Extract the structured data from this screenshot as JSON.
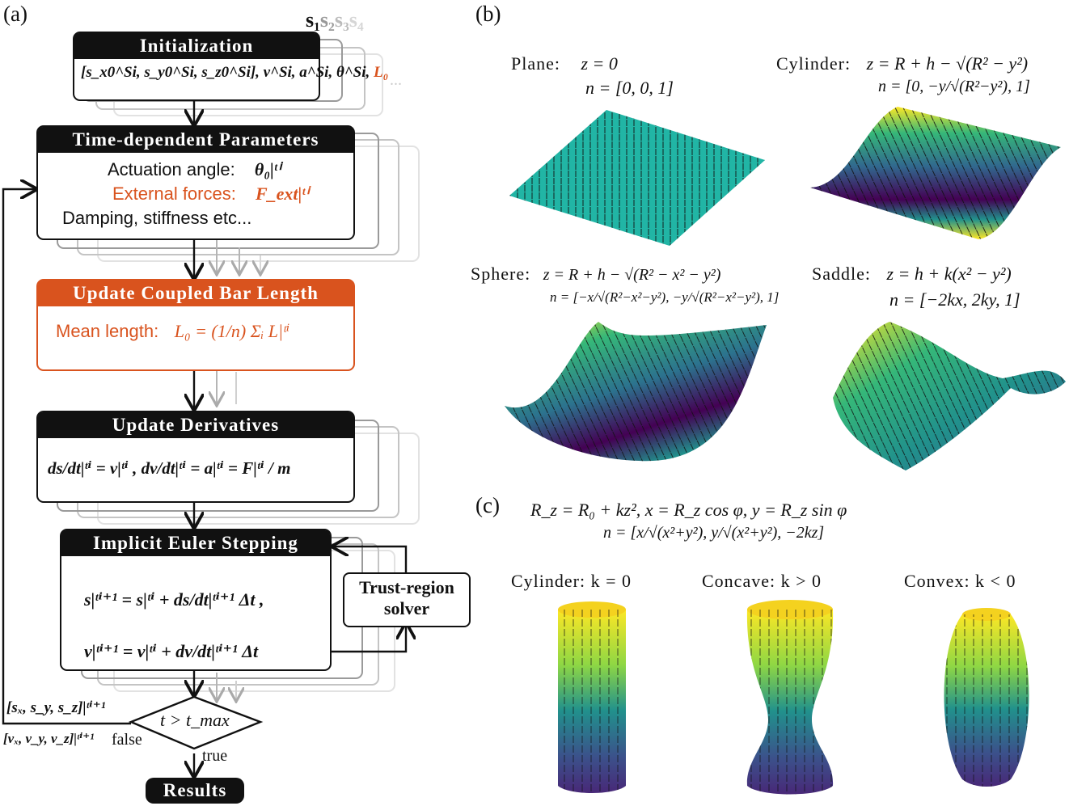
{
  "panel_labels": {
    "a": "(a)",
    "b": "(b)",
    "c": "(c)"
  },
  "flowchart": {
    "segments": [
      "s₁",
      "s₂",
      "s₃",
      "s₄"
    ],
    "ellipsis": "...",
    "init": {
      "title": "Initialization",
      "formula": "[s_x0^Si, s_y0^Si, s_z0^Si], v^Si, a^Si, θ^Si,",
      "formula_orange": "L₀"
    },
    "timedep": {
      "title": "Time-dependent Parameters",
      "line1_label": "Actuation angle:",
      "line1_math": "θ₀|ᵗⁱ",
      "line2_label": "External forces:",
      "line2_math": "F_ext|ᵗⁱ",
      "line3": "Damping, stiffness etc..."
    },
    "coupled": {
      "title": "Update Coupled Bar Length",
      "label": "Mean length:",
      "math": "L₀ = (1/n) Σᵢ L|ᵗⁱ"
    },
    "derivs": {
      "title": "Update Derivatives",
      "math": "ds/dt|ᵗⁱ = v|ᵗⁱ ,  dv/dt|ᵗⁱ = a|ᵗⁱ = F|ᵗⁱ / m"
    },
    "euler": {
      "title": "Implicit Euler Stepping",
      "line1": "s|ᵗⁱ⁺¹ = s|ᵗⁱ + ds/dt|ᵗⁱ⁺¹ Δt ,",
      "line2": "v|ᵗⁱ⁺¹ = v|ᵗⁱ + dv/dt|ᵗⁱ⁺¹ Δt"
    },
    "solver": {
      "line1": "Trust-region",
      "line2": "solver"
    },
    "decision": {
      "text": "t > t_max",
      "true_label": "true",
      "false_label": "false"
    },
    "feedback1": "[sₓ, s_y, s_z]|ᵗⁱ⁺¹",
    "feedback2": "[vₓ, v_y, v_z]|ᵗⁱ⁺¹",
    "results": "Results"
  },
  "surfaces": {
    "plane": {
      "name": "Plane:",
      "z": "z = 0",
      "n": "n = [0, 0, 1]"
    },
    "cylinder": {
      "name": "Cylinder:",
      "z": "z = R + h − √(R² − y²)",
      "n": "n = [0, −y/√(R²−y²), 1]"
    },
    "sphere": {
      "name": "Sphere:",
      "z": "z = R + h − √(R² − x² − y²)",
      "n": "n = [−x/√(R²−x²−y²), −y/√(R²−x²−y²), 1]"
    },
    "saddle": {
      "name": "Saddle:",
      "z": "z = h + k(x² − y²)",
      "n": "n = [−2kx, 2ky, 1]"
    }
  },
  "revolution": {
    "eq1": "R_z = R₀ + kz²,    x = R_z cos φ,    y = R_z sin φ",
    "eq2": "n = [x/√(x²+y²), y/√(x²+y²), −2kz]",
    "cylinder": "Cylinder:  k = 0",
    "concave": "Concave:  k > 0",
    "convex": "Convex:  k < 0"
  },
  "colors": {
    "black": "#111111",
    "orange": "#d9531e",
    "ghost1": "#9a9a9a",
    "ghost2": "#c4c4c4",
    "ghost3": "#e2e2e2",
    "viridis_top": "#fde725",
    "viridis_mid": "#21918c",
    "viridis_low": "#3b528b",
    "viridis_bottom": "#440154"
  }
}
